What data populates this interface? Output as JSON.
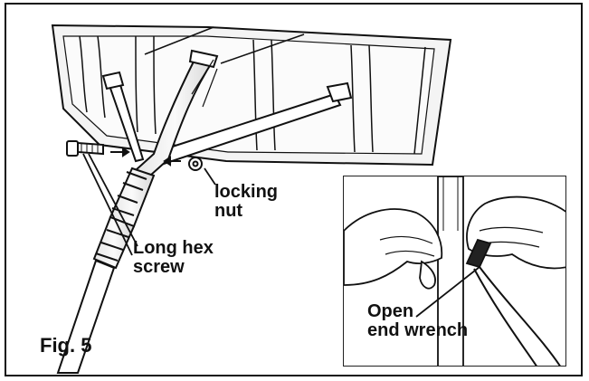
{
  "figure": {
    "fig_label": "Fig. 5",
    "labels": {
      "locking_nut_line1": "locking",
      "locking_nut_line2": "nut",
      "hex_screw_line1": "Long hex",
      "hex_screw_line2": "screw",
      "wrench_line1": "Open",
      "wrench_line2": "end wrench"
    }
  }
}
